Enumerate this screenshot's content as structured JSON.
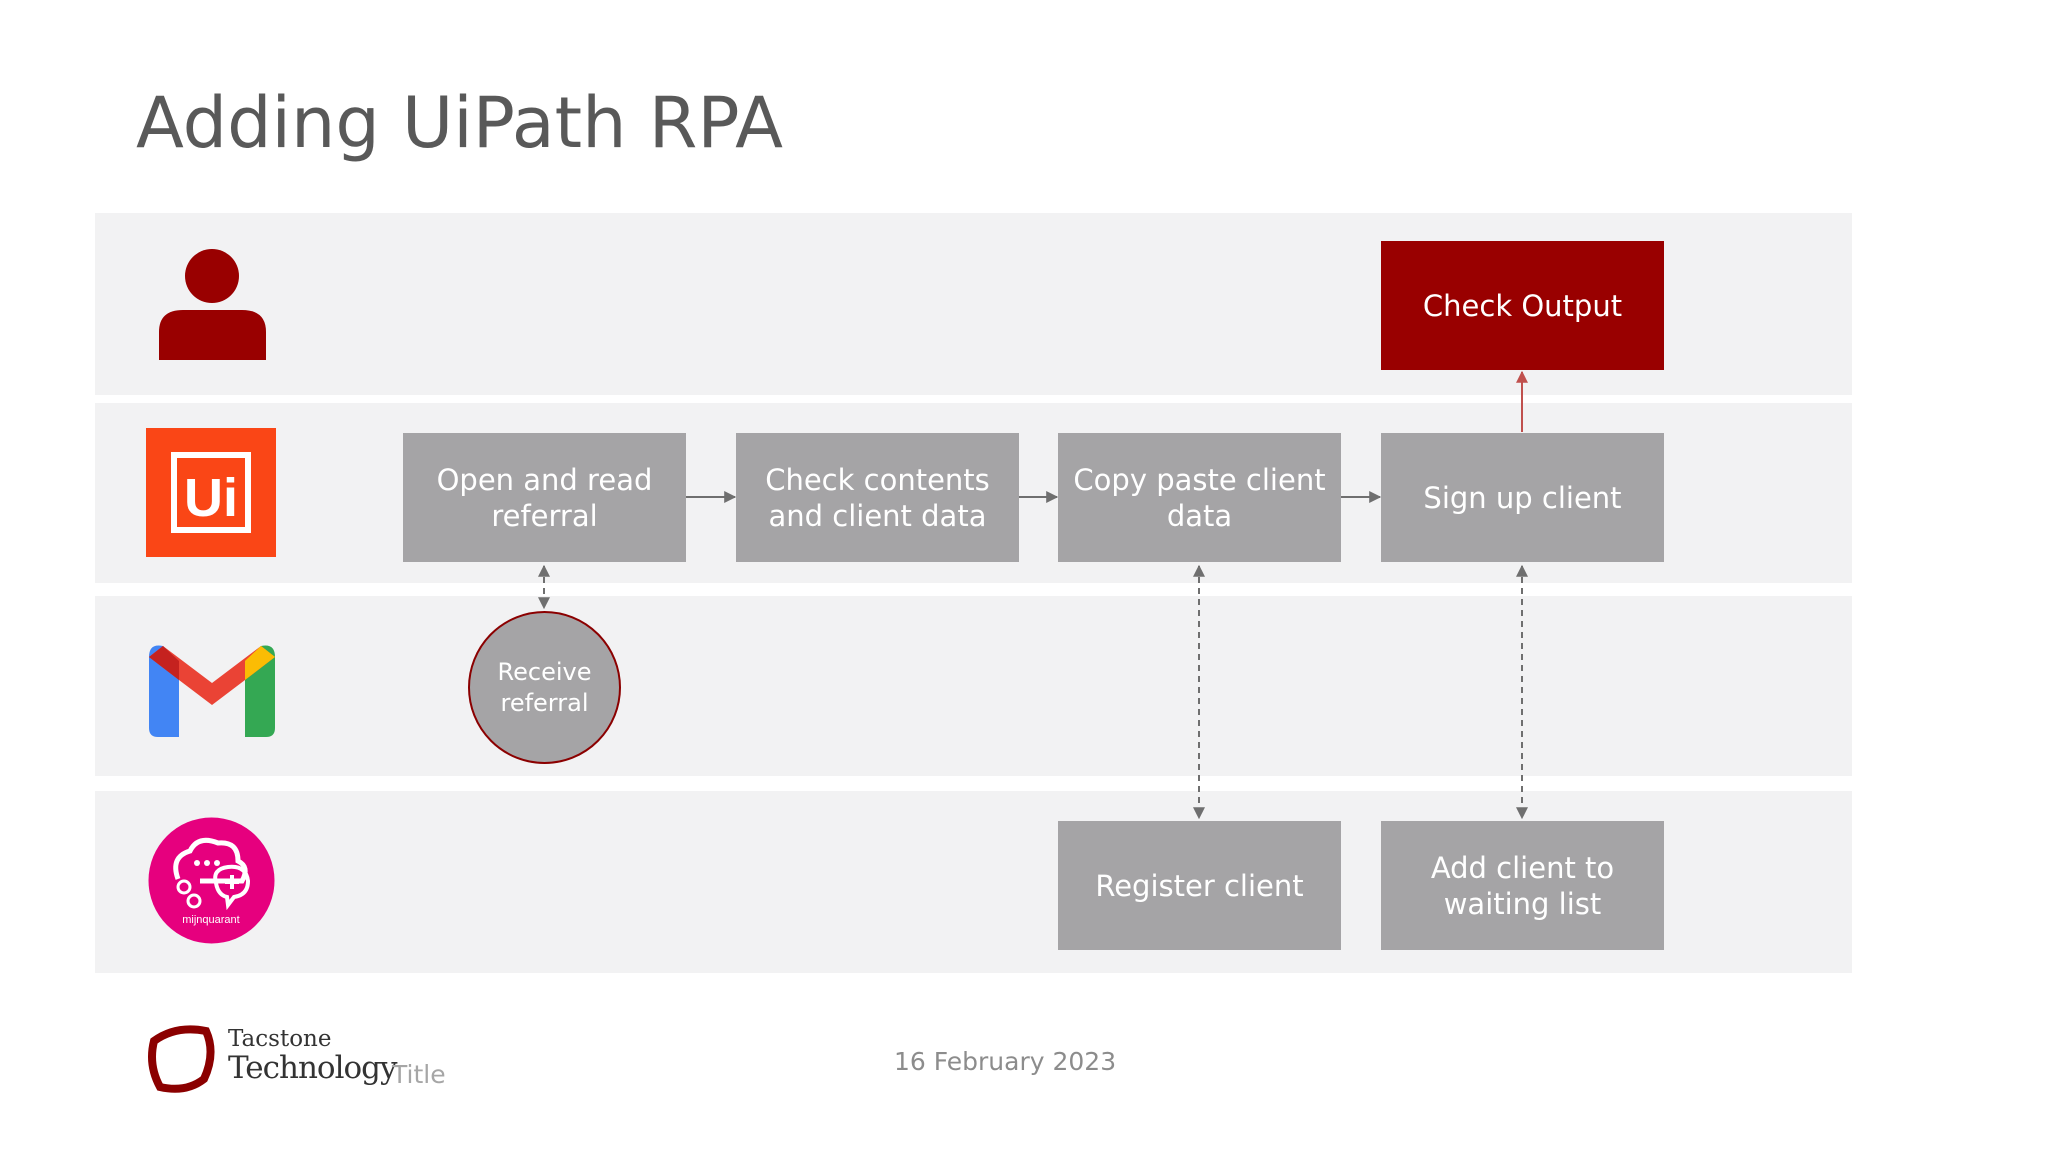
{
  "slide": {
    "title": "Adding UiPath RPA"
  },
  "lanes": {
    "user": {
      "icon": "person-icon"
    },
    "uipath": {
      "icon": "uipath-logo-icon",
      "logo_text": "Ui"
    },
    "gmail": {
      "icon": "gmail-icon"
    },
    "mijnquarant": {
      "icon": "mijnquarant-logo-icon",
      "logo_text": "mijnquarant"
    }
  },
  "steps": {
    "check_output": "Check Output",
    "open_read": "Open and read\nreferral",
    "check_contents": "Check contents\nand client data",
    "copy_paste": "Copy paste client\ndata",
    "sign_up": "Sign up client",
    "receive_referral": "Receive\nreferral",
    "register_client": "Register client",
    "add_waiting": "Add client to\nwaiting list"
  },
  "colors": {
    "lane_background": "#f2f2f3",
    "step_box": "#a5a4a6",
    "accent_red": "#990000",
    "uipath_orange": "#fa4616",
    "mijnquarant_pink": "#e6007e"
  },
  "footer": {
    "company_small": "Tacstone",
    "company_large": "Technology",
    "presentation_title": "Title",
    "date": "16 February 2023"
  }
}
